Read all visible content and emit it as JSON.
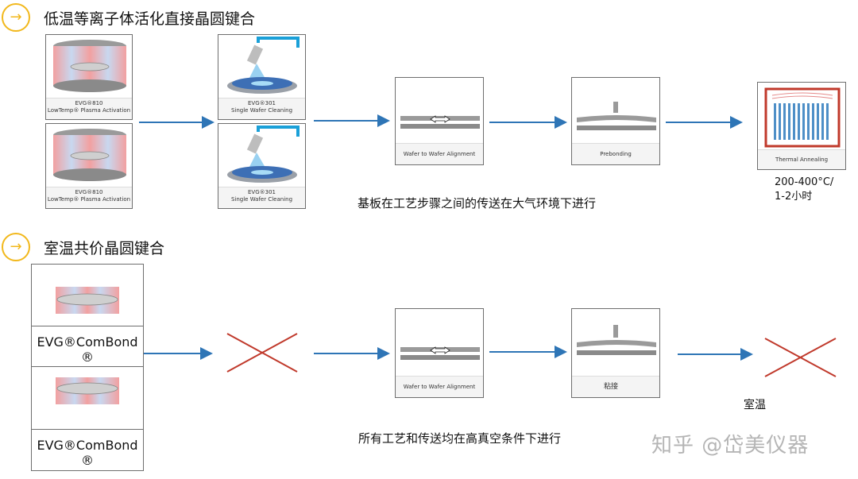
{
  "section1": {
    "title": "低温等离子体活化直接晶圆键合",
    "machine_label": "EVG®810\nLowTemp® Plasma Activation",
    "clean_label": "EVG®301\nSingle Wafer Cleaning",
    "align_label": "Wafer to Wafer Alignment",
    "prebond_label": "Prebonding",
    "anneal_label": "Thermal Annealing",
    "anneal_temp": "200-400°C/",
    "anneal_time": "1-2小时",
    "note": "基板在工艺步骤之间的传送在大气环境下进行"
  },
  "section2": {
    "title": "室温共价晶圆键合",
    "combond_label": "EVG®ComBond\n®",
    "align_label": "Wafer to Wafer Alignment",
    "bond_label": "粘接",
    "room_temp": "室温",
    "note": "所有工艺和传送均在高真空条件下进行"
  },
  "watermark": "知乎 @岱美仪器",
  "icon": "arrow-right-icon",
  "colors": {
    "accent": "#f2b81c",
    "arrow": "#2e75b6",
    "cross": "#c0392b"
  }
}
